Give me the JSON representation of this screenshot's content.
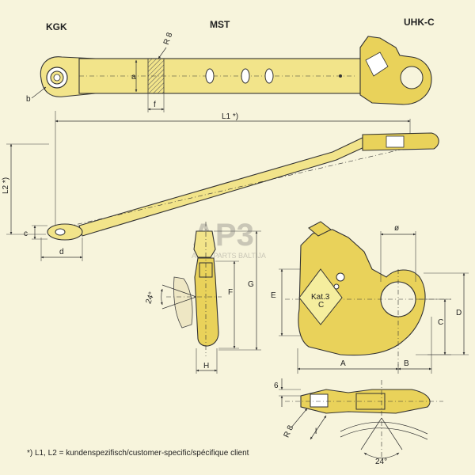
{
  "headers": {
    "kgk": "KGK",
    "mst": "MST",
    "uhk": "UHK-C"
  },
  "dims": {
    "r8": "R 8",
    "a": "a",
    "b": "b",
    "f": "f",
    "L1": "L1 *)",
    "L2": "L2 *)",
    "c": "c",
    "d": "d",
    "angle24": "24°",
    "F": "F",
    "G": "G",
    "H": "H",
    "phi": "ø",
    "E": "E",
    "A": "A",
    "B": "B",
    "C": "C",
    "D": "D",
    "six": "6",
    "r8b": "R 8",
    "l": "l"
  },
  "plate": {
    "line1": "Kat.3",
    "line2": "C"
  },
  "watermark": {
    "logo": "AP3",
    "sub": "AUTO PARTS BALTIJA"
  },
  "footnote": "*) L1, L2 = kundenspezifisch/customer-specific/spécifique client",
  "colors": {
    "background": "#f7f4dc",
    "part": "#f2e48a",
    "part_shade": "#e9d25a",
    "line": "#333333"
  }
}
